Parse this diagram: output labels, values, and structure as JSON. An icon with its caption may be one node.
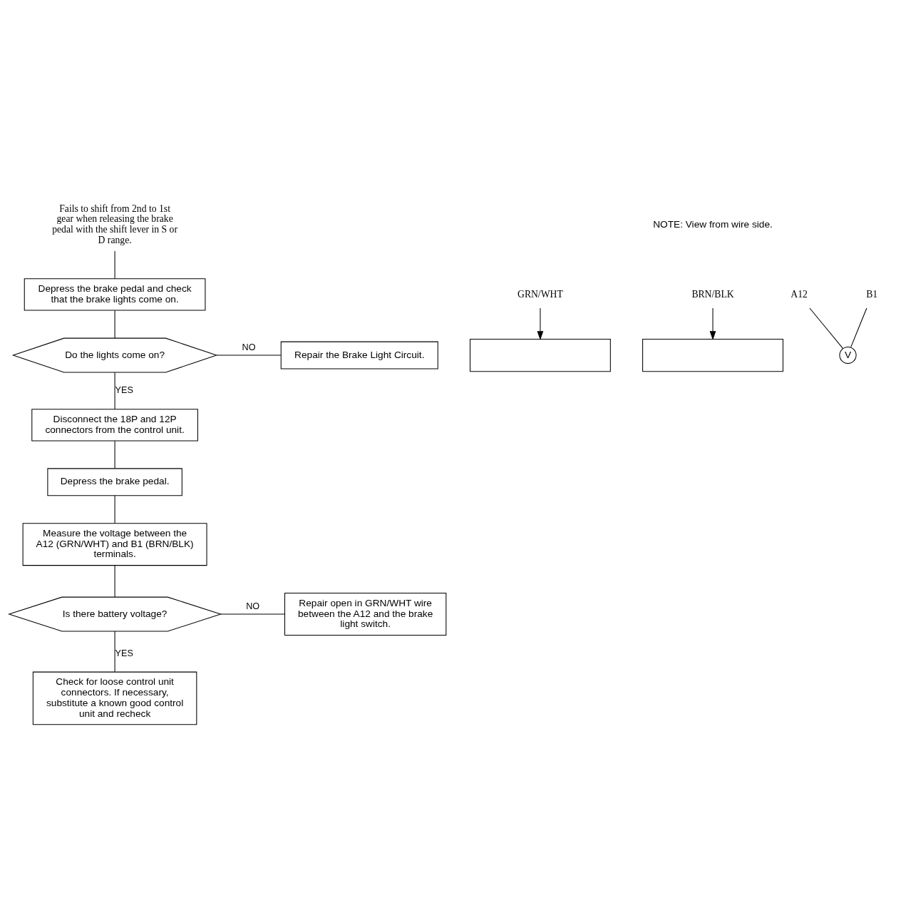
{
  "diagram": {
    "nodes": [
      {
        "text": [
          "Fails to shift from 2nd to 1st gear when releasing the brake pedal with the shift lever in S or D range."
        ]
      },
      {
        "text": [
          "Depress the brake pedal and check that the brake lights come on."
        ]
      },
      {
        "text": [
          "Do the lights come on?"
        ]
      },
      {
        "text": [
          "Repair the Brake Light Circuit."
        ]
      },
      {
        "text": [
          "Disconnect the 18P and 12P connectors from the control unit."
        ]
      },
      {
        "text": [
          "Depress the brake pedal."
        ]
      },
      {
        "text": [
          "Measure the voltage between the A12 (GRN/WHT) and B1 (BRN/BLK) terminals."
        ]
      },
      {
        "text": [
          "Is there battery voltage?"
        ]
      },
      {
        "text": [
          "Repair open in GRN/WHT wire between the A12 and the brake light switch."
        ]
      },
      {
        "text": [
          "Check for loose control unit connectors. If necessary, substitute a known good control unit and recheck"
        ]
      },
      {
        "text": [],
        "shape": "box"
      },
      {
        "text": [],
        "shape": "box"
      },
      {
        "text": [
          "GRN/WHT"
        ]
      },
      {
        "text": [
          "BRN/BLK"
        ]
      },
      {
        "text": [
          "A12"
        ]
      },
      {
        "text": [
          "B1"
        ]
      },
      {
        "text": [
          "V"
        ]
      }
    ],
    "edges": [
      {
        "from": 0,
        "to": 1,
        "arrow": "none"
      },
      {
        "from": 1,
        "to": 2,
        "arrow": "none"
      },
      {
        "from": 2,
        "to": 3,
        "arrow": "none",
        "label": "NO"
      },
      {
        "from": 2,
        "to": 4,
        "arrow": "none",
        "label": "YES"
      },
      {
        "from": 4,
        "to": 5,
        "arrow": "none"
      },
      {
        "from": 5,
        "to": 6,
        "arrow": "none"
      },
      {
        "from": 6,
        "to": 7,
        "arrow": "none"
      },
      {
        "from": 7,
        "to": 8,
        "arrow": "none",
        "label": "NO"
      },
      {
        "from": 7,
        "to": 9,
        "arrow": "none",
        "label": "YES"
      },
      {
        "from": 12,
        "to": 10,
        "arrow": "to"
      },
      {
        "from": 13,
        "to": 11,
        "arrow": "to"
      },
      {
        "from": 14,
        "to": 16,
        "arrow": "none"
      },
      {
        "from": 16,
        "to": 15,
        "arrow": "none"
      }
    ],
    "labels": [
      "NOTE: View from wire side."
    ]
  }
}
